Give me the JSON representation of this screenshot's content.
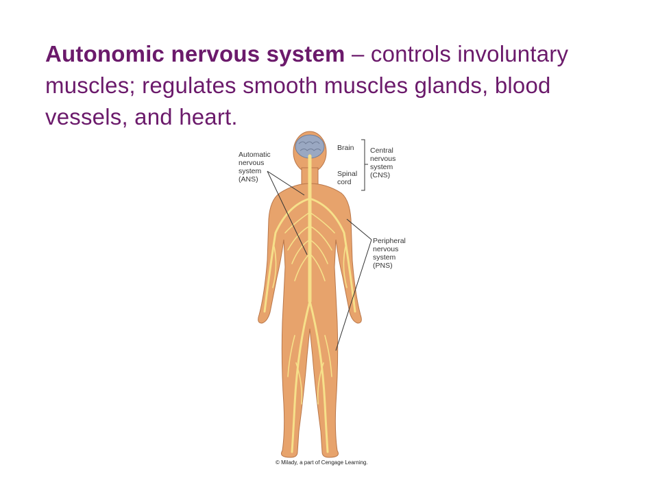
{
  "slide": {
    "term": "Autonomic nervous system",
    "definition": " – controls involuntary muscles; regulates smooth muscles glands, blood vessels, and heart."
  },
  "figure": {
    "labels": {
      "ans": "Automatic\nnervous\nsystem\n(ANS)",
      "brain": "Brain",
      "spinal_cord": "Spinal\ncord",
      "cns": "Central\nnervous\nsystem\n(CNS)",
      "pns": "Peripheral\nnervous\nsystem\n(PNS)"
    },
    "credit": "© Milady, a part of Cengage Learning."
  },
  "colors": {
    "text": "#6b1a6b",
    "skin": "#e7a36c",
    "nerve": "#f6e08a",
    "brain": "#9aa8c2"
  }
}
